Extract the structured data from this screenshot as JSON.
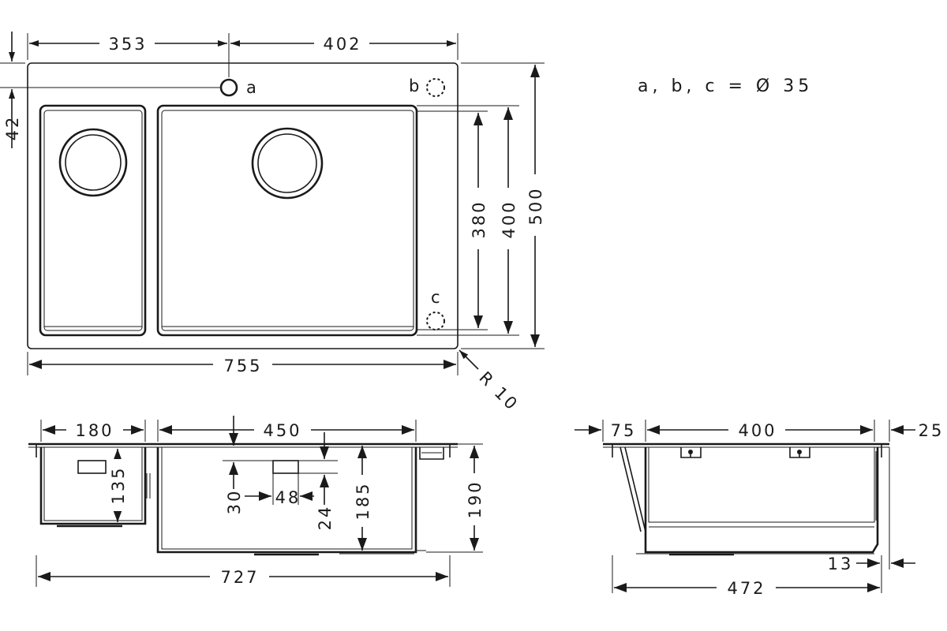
{
  "legend": "a, b, c = Ø 35",
  "labels": {
    "hole_a": "a",
    "hole_b": "b",
    "hole_c": "c"
  },
  "top_view": {
    "width_total": "755",
    "left_to_tap": "353",
    "tap_to_right": "402",
    "tap_offset": "42",
    "bowl_inner_depth": "380",
    "bowl_outer_depth": "400",
    "overall_depth": "500",
    "corner_radius": "R 10"
  },
  "front_section": {
    "small_bowl_width": "180",
    "large_bowl_width": "450",
    "small_bowl_depth": "135",
    "overflow_offset": "30",
    "overflow_width": "48",
    "overflow_height": "24",
    "large_bowl_depth": "185",
    "overall_height": "190",
    "overall_width": "727"
  },
  "side_section": {
    "front_offset": "75",
    "bowl_length": "400",
    "rear_offset": "25",
    "rear_wall": "13",
    "overall_length": "472"
  }
}
